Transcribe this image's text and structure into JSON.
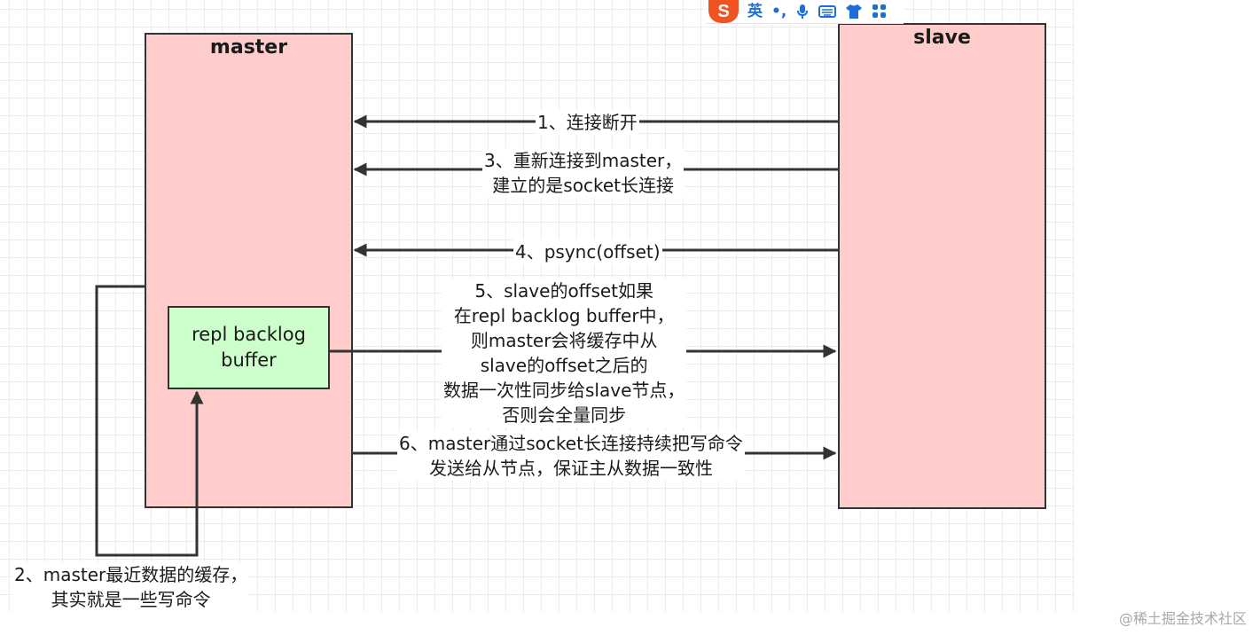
{
  "diagram": {
    "master_title": "master",
    "slave_title": "slave",
    "buffer_label": "repl backlog\nbuffer",
    "edges": [
      {
        "id": "e1",
        "label": "1、连接断开"
      },
      {
        "id": "e3",
        "label": "3、重新连接到master，\n建立的是socket长连接"
      },
      {
        "id": "e4",
        "label": "4、psync(offset)"
      },
      {
        "id": "e5",
        "label": "5、slave的offset如果\n在repl backlog buffer中，\n则master会将缓存中从\nslave的offset之后的\n数据一次性同步给slave节点，\n否则会全量同步"
      },
      {
        "id": "e6",
        "label": "6、master通过socket长连接持续把写命令\n发送给从节点，保证主从数据一致性"
      },
      {
        "id": "e2",
        "label": "2、master最近数据的缓存，\n其实就是一些写命令"
      }
    ]
  },
  "ime_toolbar": {
    "logo": "S",
    "mode": "英",
    "punct": "•,",
    "icons": [
      "mic-icon",
      "keyboard-icon",
      "skin-icon",
      "apps-icon"
    ]
  },
  "watermark": "@稀土掘金技术社区",
  "colors": {
    "node_fill": "#ffcccc",
    "buffer_fill": "#ccffcc",
    "stroke": "#333333"
  }
}
